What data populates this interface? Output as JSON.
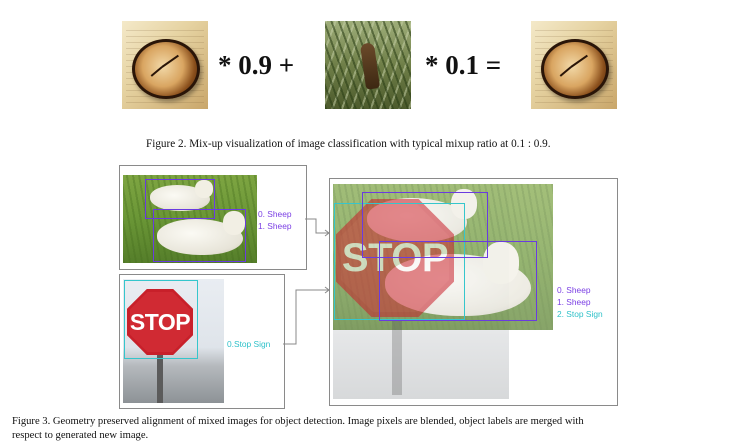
{
  "figure2": {
    "images": [
      {
        "name": "clock",
        "icon": "clock-photo"
      },
      {
        "name": "grass",
        "icon": "grass-bird-photo"
      },
      {
        "name": "mixed",
        "icon": "clock-photo"
      }
    ],
    "operators": {
      "first": "* 0.9 +",
      "second": "* 0.1 ="
    },
    "caption": "Figure 2. Mix-up visualization of image classification with typical mixup ratio at 0.1 : 0.9."
  },
  "figure3": {
    "sheep_image": {
      "labels": [
        "0. Sheep",
        "1. Sheep"
      ]
    },
    "stop_image": {
      "labels": [
        "0.Stop Sign"
      ],
      "sign_text": "STOP"
    },
    "mixed_image": {
      "labels": [
        "0. Sheep",
        "1. Sheep",
        "2. Stop Sign"
      ],
      "sign_text": "STOP"
    },
    "caption_line1": "Figure 3. Geometry preserved alignment of mixed images for object detection. Image pixels are blended, object labels are merged with",
    "caption_line2": "respect to generated new image."
  },
  "colors": {
    "purple_box": "#6a3be0",
    "cyan_box": "#35c6cc",
    "stop_red": "#c8202a"
  }
}
